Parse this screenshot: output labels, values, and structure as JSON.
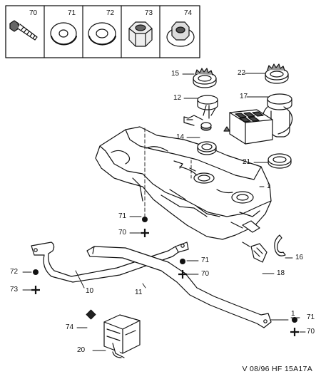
{
  "header_parts": [
    {
      "number": "70",
      "icon": "screw-icon"
    },
    {
      "number": "71",
      "icon": "flat-washer-icon"
    },
    {
      "number": "72",
      "icon": "flat-washer-icon"
    },
    {
      "number": "73",
      "icon": "hex-nut-icon"
    },
    {
      "number": "74",
      "icon": "flanged-nut-icon"
    }
  ],
  "callouts": {
    "c15": "15",
    "c22": "22",
    "c12": "12",
    "c17": "17",
    "c14": "14",
    "c21": "21",
    "c1a": "1",
    "c71a": "71",
    "c70a": "70",
    "c16": "16",
    "c71b": "71",
    "c70b": "70",
    "c18": "18",
    "c72": "72",
    "c73": "73",
    "c10": "10",
    "c11": "11",
    "c1b": "1",
    "c71c": "71",
    "c70c": "70",
    "c74": "74",
    "c20": "20"
  },
  "reference": "V 08/96 HF 15A17A",
  "colors": {
    "line": "#111111",
    "fill": "#ffffff",
    "shade": "#9a9a9a"
  }
}
